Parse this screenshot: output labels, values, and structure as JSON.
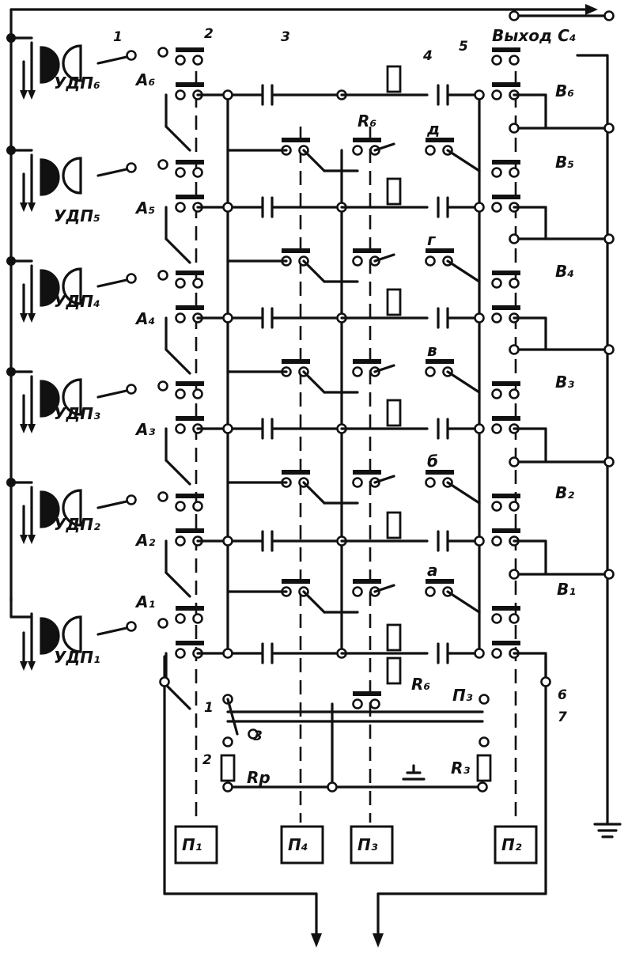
{
  "diagram": {
    "output_label": "Выход C₄",
    "callouts": [
      "1",
      "2",
      "3",
      "4",
      "5",
      "6",
      "7"
    ],
    "detectors": [
      "УДП₆",
      "УДП₅",
      "УДП₄",
      "УДП₃",
      "УДП₂",
      "УДП₁"
    ],
    "a_labels": [
      "A₆",
      "A₅",
      "A₄",
      "A₃",
      "A₂",
      "A₁"
    ],
    "b_labels": [
      "B₆",
      "B₅",
      "B₄",
      "B₃",
      "B₂",
      "B₁"
    ],
    "row_letters": [
      "д",
      "г",
      "в",
      "б",
      "а"
    ],
    "resistor_labels": {
      "top": "R₆",
      "bottom": "R₆",
      "rp": "Rр",
      "rz": "R₃"
    },
    "switch_pos": [
      "1",
      "2",
      "3"
    ],
    "p3_label": "П₃",
    "boxes": [
      "П₁",
      "П₄",
      "П₃",
      "П₂"
    ]
  }
}
